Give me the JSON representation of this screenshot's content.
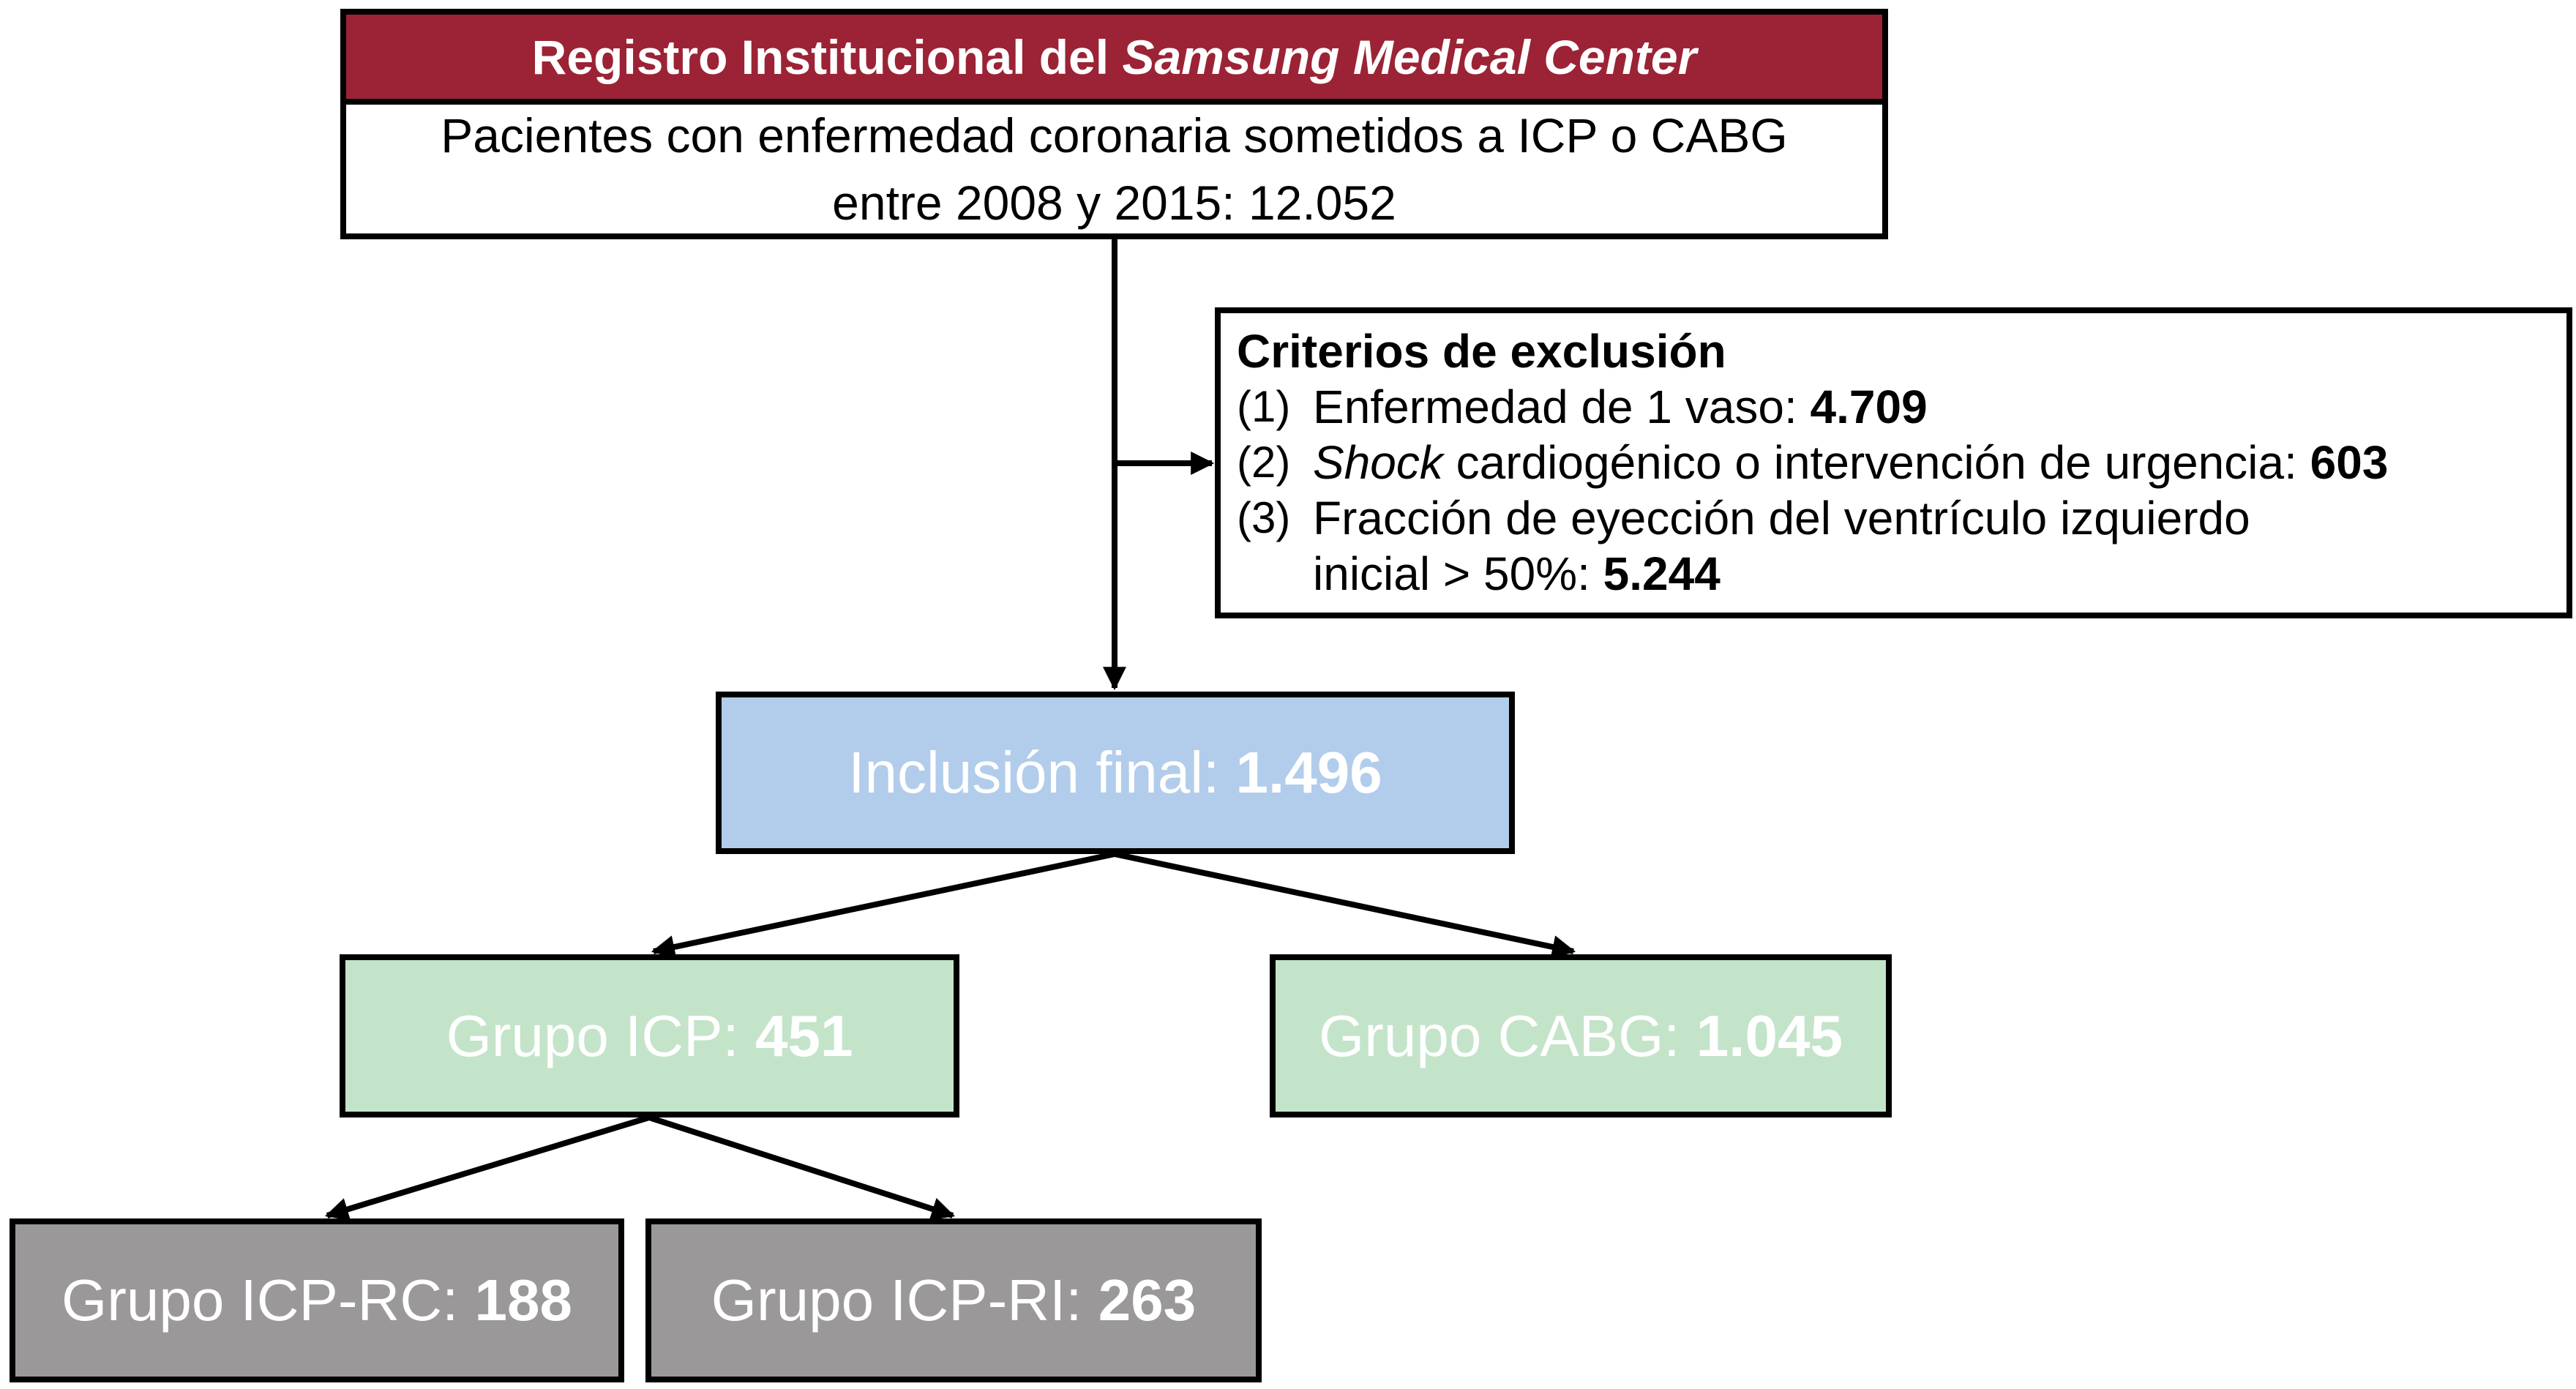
{
  "registry": {
    "title_prefix": "Registro Institucional del ",
    "title_italic": "Samsung Medical Center",
    "line1": "Pacientes con enfermedad coronaria sometidos a ICP o CABG",
    "line2": "entre 2008 y 2015: 12.052"
  },
  "exclusion": {
    "heading": "Criterios de exclusión",
    "items": [
      {
        "num": "(1)",
        "text": "Enfermedad de 1 vaso: ",
        "value": "4.709"
      },
      {
        "num": "(2)",
        "italic": "Shock",
        "text": " cardiogénico o intervención de urgencia: ",
        "value": "603"
      },
      {
        "num": "(3)",
        "text": "Fracción de eyección del ventrículo izquierdo",
        "text2": "inicial > 50%: ",
        "value": "5.244"
      }
    ]
  },
  "final": {
    "label": "Inclusión final: ",
    "value": "1.496"
  },
  "icp": {
    "label": "Grupo ICP: ",
    "value": "451"
  },
  "cabg": {
    "label": "Grupo CABG: ",
    "value": "1.045"
  },
  "icprc": {
    "label": "Grupo ICP-RC: ",
    "value": "188"
  },
  "icpri": {
    "label": "Grupo ICP-RI: ",
    "value": "263"
  },
  "colors": {
    "header_red": "#9b2335",
    "final_blue": "#b2cdeb",
    "group_green": "#c4e4c9",
    "subgroup_gray": "#9a9899"
  }
}
